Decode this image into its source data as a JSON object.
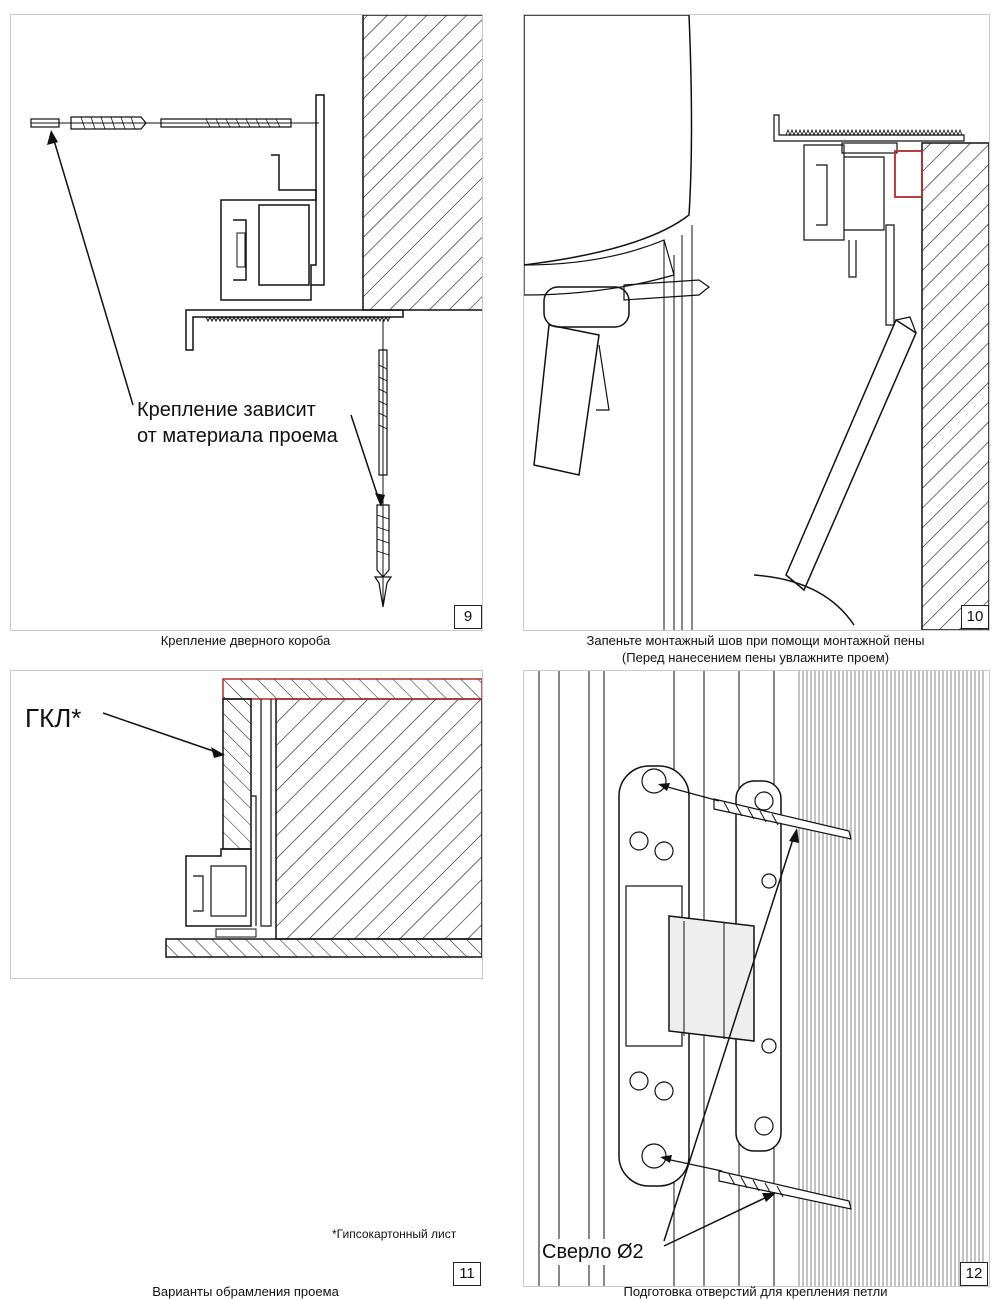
{
  "panels": [
    {
      "number": "9",
      "caption": "Крепление дверного короба",
      "callout_line1": "Крепление зависит",
      "callout_line2": "от материала проема"
    },
    {
      "number": "10",
      "caption_line1": "Запеньте монтажный шов при помощи монтажной пены",
      "caption_line2": "(Перед нанесением пены увлажните проем)"
    },
    {
      "number": "11",
      "caption": "Варианты обрамления проема",
      "label": "ГКЛ*",
      "footnote": "*Гипсокартонный лист"
    },
    {
      "number": "12",
      "caption": "Подготовка отверстий для крепления петли",
      "label": "Сверло Ø2"
    }
  ],
  "colors": {
    "line": "#111111",
    "border": "#c9c9c9",
    "highlight": "#b52a2a"
  }
}
